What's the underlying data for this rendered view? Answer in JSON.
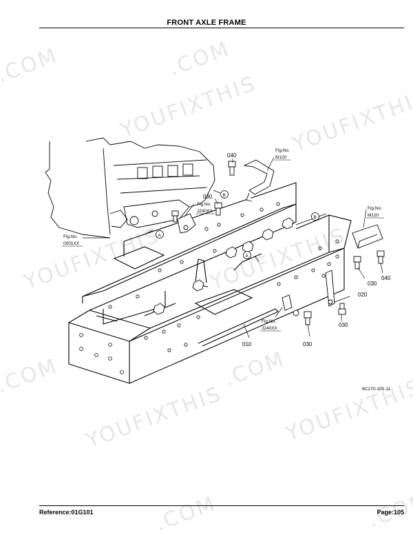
{
  "header": {
    "title": "FRONT AXLE FRAME"
  },
  "footer": {
    "reference": "Reference:01G101",
    "page": "Page:105"
  },
  "watermark": {
    "text": "YOUFIXTHIS",
    "text_com": ".COM"
  },
  "diagram": {
    "code": "6C170-105-11",
    "callouts": [
      "040",
      "030",
      "030",
      "020",
      "030",
      "030",
      "040",
      "010"
    ],
    "fig_refs": [
      {
        "line1": "Fig.No.",
        "line2": "M120"
      },
      {
        "line1": "Fig.No.",
        "line2": "J240XX"
      },
      {
        "line1": "Fig.No.",
        "line2": "0001XX"
      },
      {
        "line1": "Fig.No.",
        "line2": "M120"
      },
      {
        "line1": "Fig.No.",
        "line2": "J240XX"
      }
    ],
    "markers": [
      "B",
      "A",
      "B",
      "A"
    ]
  }
}
